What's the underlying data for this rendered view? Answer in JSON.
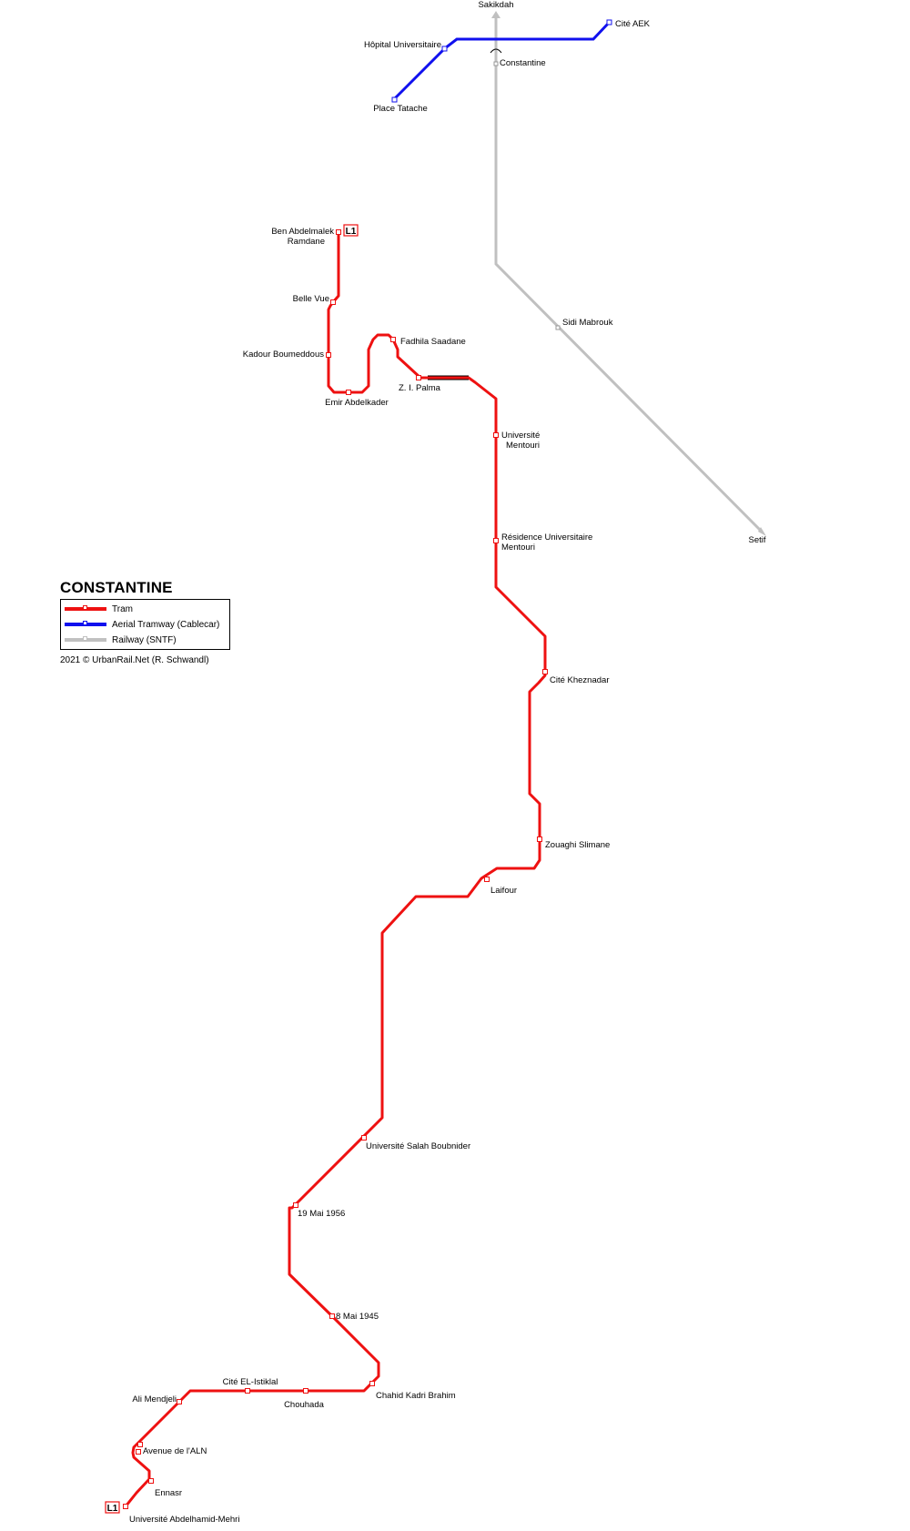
{
  "title": "CONSTANTINE",
  "credit": "2021 © UrbanRail.Net (R. Schwandl)",
  "colors": {
    "tram": "#ee1111",
    "cablecar": "#1010ee",
    "railway": "#c0c0c0",
    "background": "#ffffff"
  },
  "legend": [
    {
      "label": "Tram",
      "color": "#ee1111"
    },
    {
      "label": "Aerial Tramway (Cablecar)",
      "color": "#1010ee"
    },
    {
      "label": "Railway (SNTF)",
      "color": "#c0c0c0"
    }
  ],
  "line_badge": "L1",
  "tram_stations": [
    {
      "name": "Ben Abdelmalek",
      "name2": "Ramdane"
    },
    {
      "name": "Belle Vue"
    },
    {
      "name": "Kadour Boumeddous"
    },
    {
      "name": "Emir Abdelkader"
    },
    {
      "name": "Fadhila Saadane"
    },
    {
      "name": "Z. I. Palma"
    },
    {
      "name": "Université",
      "name2": "Mentouri"
    },
    {
      "name": "Résidence Universitaire",
      "name2": "Mentouri"
    },
    {
      "name": "Cité Kheznadar"
    },
    {
      "name": "Zouaghi Slimane"
    },
    {
      "name": "Laifour"
    },
    {
      "name": "Université Salah Boubnider"
    },
    {
      "name": "19 Mai 1956"
    },
    {
      "name": "8 Mai 1945"
    },
    {
      "name": "Chahid Kadri Brahim"
    },
    {
      "name": "Chouhada"
    },
    {
      "name": "Cité EL-Istiklal"
    },
    {
      "name": "Ali Mendjeli"
    },
    {
      "name": "Avenue de l'ALN"
    },
    {
      "name": "Ennasr"
    },
    {
      "name": "Université Abdelhamid-Mehri"
    }
  ],
  "cablecar_stations": [
    {
      "name": "Place Tatache"
    },
    {
      "name": "Hôpital Universitaire"
    },
    {
      "name": "Cité AEK"
    }
  ],
  "railway_stations": [
    {
      "name": "Sakikdah"
    },
    {
      "name": "Constantine"
    },
    {
      "name": "Sidi Mabrouk"
    },
    {
      "name": "Setif"
    }
  ]
}
